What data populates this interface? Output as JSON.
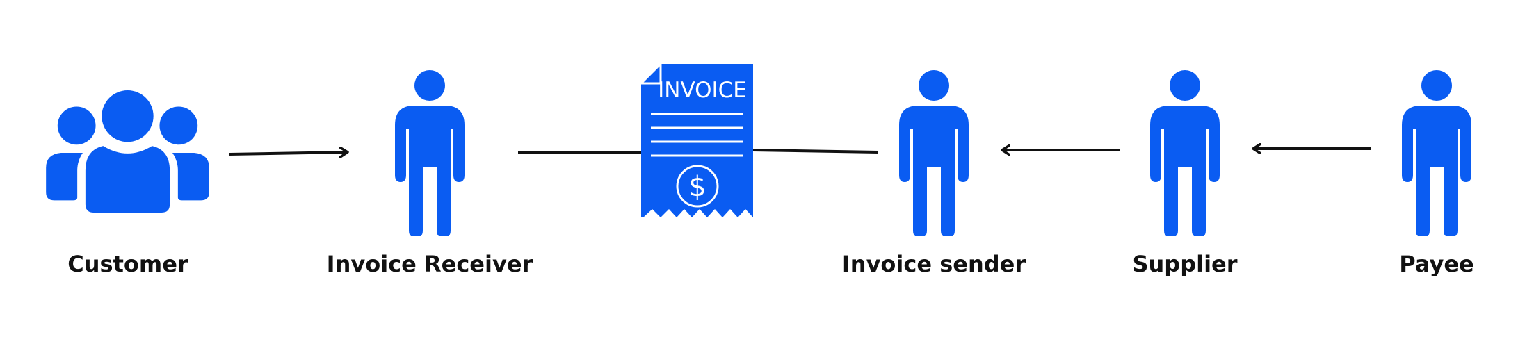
{
  "colors": {
    "icon": "#0a5cf2",
    "line": "#111111",
    "background": "#ffffff",
    "document_detail": "#ffffff"
  },
  "invoice_document": {
    "icon": "invoice-document-icon",
    "title": "INVOICE",
    "currency_symbol": "$"
  },
  "nodes": [
    {
      "id": "customer",
      "label": "Customer",
      "icon": "group-of-people-icon"
    },
    {
      "id": "invoice-receiver",
      "label": "Invoice Receiver",
      "icon": "person-icon"
    },
    {
      "id": "invoice-sender",
      "label": "Invoice sender",
      "icon": "person-icon"
    },
    {
      "id": "supplier",
      "label": "Supplier",
      "icon": "person-icon"
    },
    {
      "id": "payee",
      "label": "Payee",
      "icon": "person-icon"
    }
  ],
  "connectors": [
    {
      "from": "customer",
      "to": "invoice-receiver",
      "arrow": true
    },
    {
      "from": "invoice-receiver",
      "to": "invoice-document",
      "arrow": false
    },
    {
      "from": "invoice-document",
      "to": "invoice-sender",
      "arrow": false
    },
    {
      "from": "supplier",
      "to": "invoice-sender",
      "arrow": true
    },
    {
      "from": "payee",
      "to": "supplier",
      "arrow": true
    }
  ]
}
